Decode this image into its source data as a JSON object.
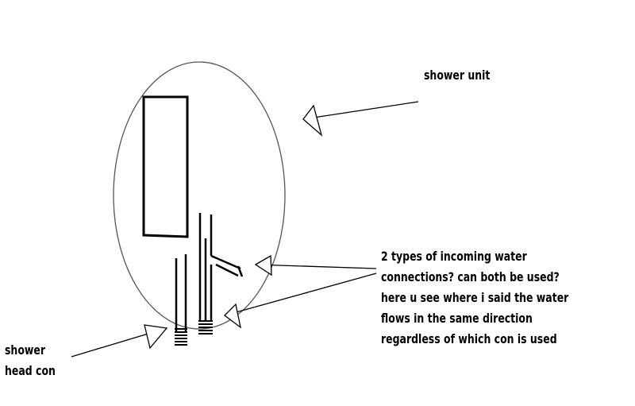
{
  "labels": {
    "shower_unit": "shower unit",
    "connections": [
      "2 types of incoming water",
      "connections? can both be used?",
      "here u see where i said the water",
      "flows in the same direction",
      "regardless of which con is used"
    ],
    "head_con": [
      "shower",
      "head con"
    ]
  },
  "colors": {
    "ink": "#000000",
    "paper": "#ffffff",
    "outline": "#555555"
  }
}
